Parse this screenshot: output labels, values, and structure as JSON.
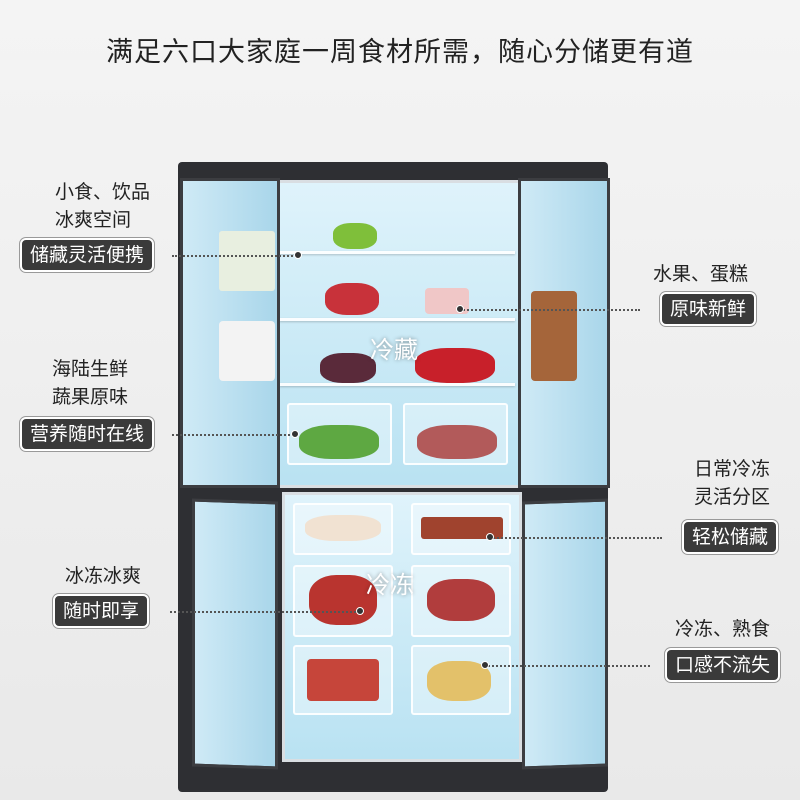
{
  "title": "满足六口大家庭一周食材所需，随心分储更有道",
  "zones": {
    "fridge": "冷藏",
    "freezer": "冷冻"
  },
  "left": [
    {
      "caption": [
        "小食、饮品",
        "冰爽空间"
      ],
      "tag": "储藏灵活便携"
    },
    {
      "caption": [
        "海陆生鲜",
        "蔬果原味"
      ],
      "tag": "营养随时在线"
    },
    {
      "caption": [
        "冰冻冰爽"
      ],
      "tag": "随时即享"
    }
  ],
  "right": [
    {
      "caption": [
        "水果、蛋糕"
      ],
      "tag": "原味新鲜"
    },
    {
      "caption": [
        "日常冷冻",
        "灵活分区"
      ],
      "tag": "轻松储藏"
    },
    {
      "caption": [
        "冷冻、熟食"
      ],
      "tag": "口感不流失"
    }
  ],
  "colors": {
    "tag_bg": "#3a3a3a",
    "interior": "#c6e8f5"
  }
}
